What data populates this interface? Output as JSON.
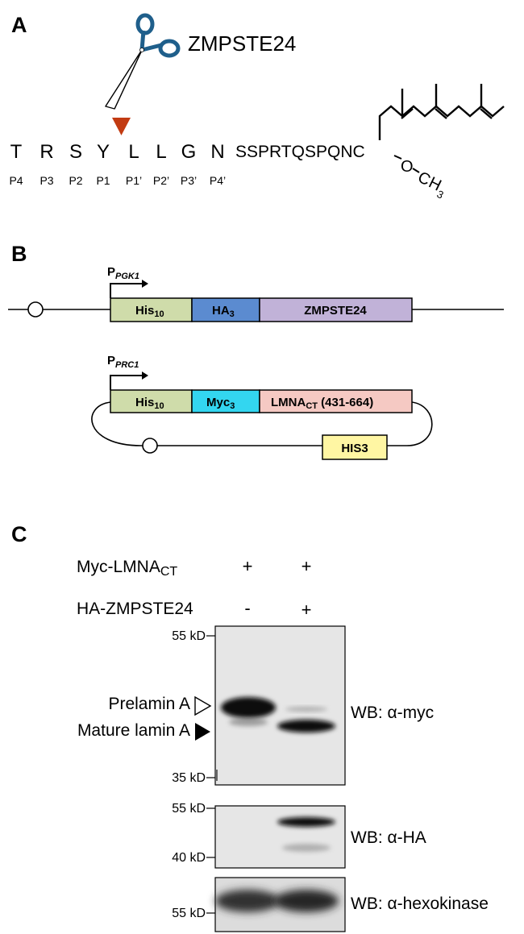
{
  "panel_labels": {
    "a": "A",
    "b": "B",
    "c": "C"
  },
  "panel_a": {
    "enzyme": "ZMPSTE24",
    "residues": [
      "T",
      "R",
      "S",
      "Y",
      "L",
      "L",
      "G",
      "N"
    ],
    "positions": [
      "P4",
      "P3",
      "P2",
      "P1",
      "P1’",
      "P2’",
      "P3’",
      "P4’"
    ],
    "tail": "SSPRTQSPQNC",
    "methyl": {
      "o": "O",
      "c": "C",
      "h": "H",
      "sub": "3"
    },
    "colors": {
      "arrowhead": "#c23b12",
      "scissors": "#1f5f8b"
    }
  },
  "panel_b": {
    "promoter1": {
      "p": "P",
      "sub": "PGK1"
    },
    "promoter2": {
      "p": "P",
      "sub": "PRC1"
    },
    "construct1": {
      "his": {
        "main": "His",
        "sub": "10"
      },
      "ha": {
        "main": "HA",
        "sub": "3"
      },
      "gene": "ZMPSTE24"
    },
    "construct2": {
      "his": {
        "main": "His",
        "sub": "10"
      },
      "myc": {
        "main": "Myc",
        "sub": "3"
      },
      "lmna": {
        "main": "LMNA",
        "sub": "CT",
        "rest": " (431-664)"
      }
    },
    "marker": "HIS3",
    "colors": {
      "his": "#cfdcaa",
      "ha": "#5b8bd0",
      "zmpste24": "#c1b2d8",
      "myc": "#33d6f0",
      "lmna": "#f5c9c3",
      "his3": "#fff6a3"
    }
  },
  "panel_c": {
    "row1": {
      "label_main": "Myc-LMNA",
      "label_sub": "CT",
      "lane1": "+",
      "lane2": "+"
    },
    "row2": {
      "label": "HA-ZMPSTE24",
      "lane1": "-",
      "lane2": "+"
    },
    "blot1": {
      "mw_top": "55 kD",
      "mw_bottom": "35 kD",
      "wb": "WB: α-myc",
      "band_prelamin": "Prelamin A",
      "band_mature": "Mature lamin A"
    },
    "blot2": {
      "mw_top": "55 kD",
      "mw_bottom": "40 kD",
      "wb": "WB: α-HA"
    },
    "blot3": {
      "mw": "55 kD",
      "wb": "WB: α-hexokinase"
    }
  }
}
